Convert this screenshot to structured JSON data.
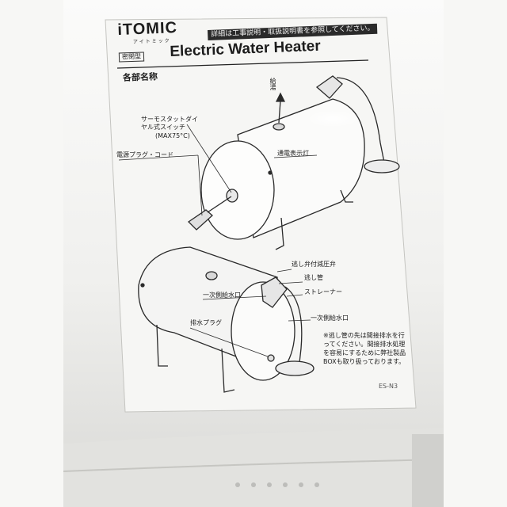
{
  "label": {
    "brand": "iTOMIC",
    "brand_sub": "アイトミック",
    "notice": "詳細は工事説明・取扱説明書を参照してください。",
    "model_tag": "密閉型",
    "title": "Electric Water Heater",
    "section_heading": "各部名称",
    "parts": {
      "hot_water_outlet": "給湯",
      "thermostat_switch": "サーモスタットダイヤル式スイッチ",
      "thermostat_range": "(MAX75°C)",
      "power_cord": "電源プラグ・コード",
      "power_lamp": "通電表示灯",
      "relief_valve": "逃し弁付減圧弁",
      "relief_pipe": "逃し管",
      "strainer": "ストレーナー",
      "primary_inlet_upper": "一次側給水口",
      "primary_inlet_lower": "一次側給水口",
      "drain_plug": "排水プラグ"
    },
    "note": "※逃し管の先は間接排水を行ってください。間接排水処理を容易にするために弊社製品BOXも取り扱っております。",
    "code": "ES-N3"
  },
  "colors": {
    "sticker": "#f6f6f4",
    "tank": "#eeeeee",
    "ink": "#1c1c1c",
    "background_wall": "#f4f4f1"
  }
}
